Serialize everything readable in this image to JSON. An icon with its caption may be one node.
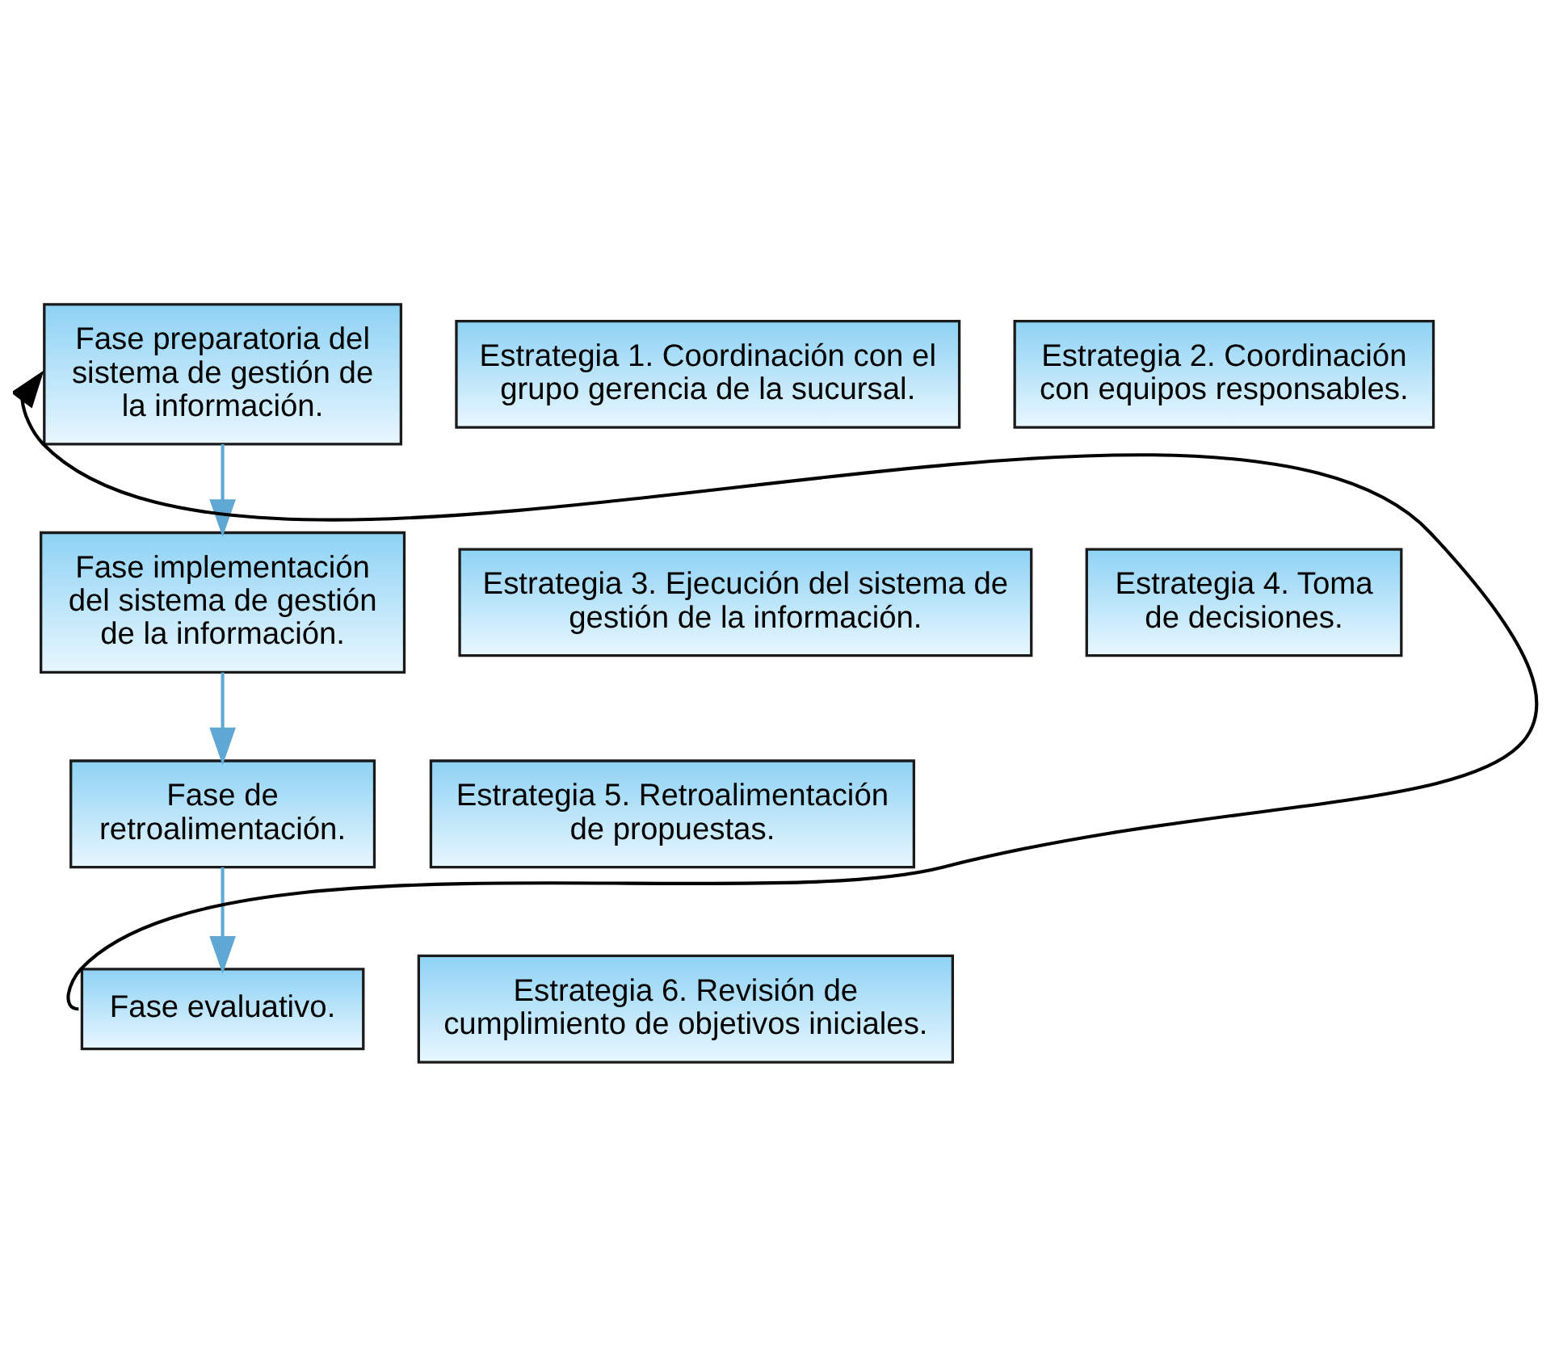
{
  "diagram": {
    "nodes": [
      {
        "text": [
          "Fase preparatoria del sistema de gestión de la información."
        ]
      },
      {
        "text": [
          "Estrategia 1. Coordinación con el grupo gerencia de la sucursal."
        ]
      },
      {
        "text": [
          "Estrategia 2. Coordinación con equipos responsables."
        ]
      },
      {
        "text": [
          "Fase implementación del sistema de gestión de la información."
        ]
      },
      {
        "text": [
          "Estrategia 3. Ejecución del sistema de gestión de la información."
        ]
      },
      {
        "text": [
          "Estrategia 4. Toma de decisiones."
        ]
      },
      {
        "text": [
          "Fase de retroalimentación."
        ]
      },
      {
        "text": [
          "Estrategia 5. Retroalimentación de propuestas."
        ]
      },
      {
        "text": [
          "Fase evaluativo."
        ]
      },
      {
        "text": [
          "Estrategia 6. Revisión de cumplimiento de objetivos iniciales."
        ]
      }
    ],
    "edges": [
      {
        "from": 0,
        "to": 3,
        "arrow": "to"
      },
      {
        "from": 3,
        "to": 6,
        "arrow": "to"
      },
      {
        "from": 6,
        "to": 8,
        "arrow": "to"
      },
      {
        "from": 8,
        "to": 0,
        "arrow": "to",
        "color": "#000000"
      }
    ]
  }
}
